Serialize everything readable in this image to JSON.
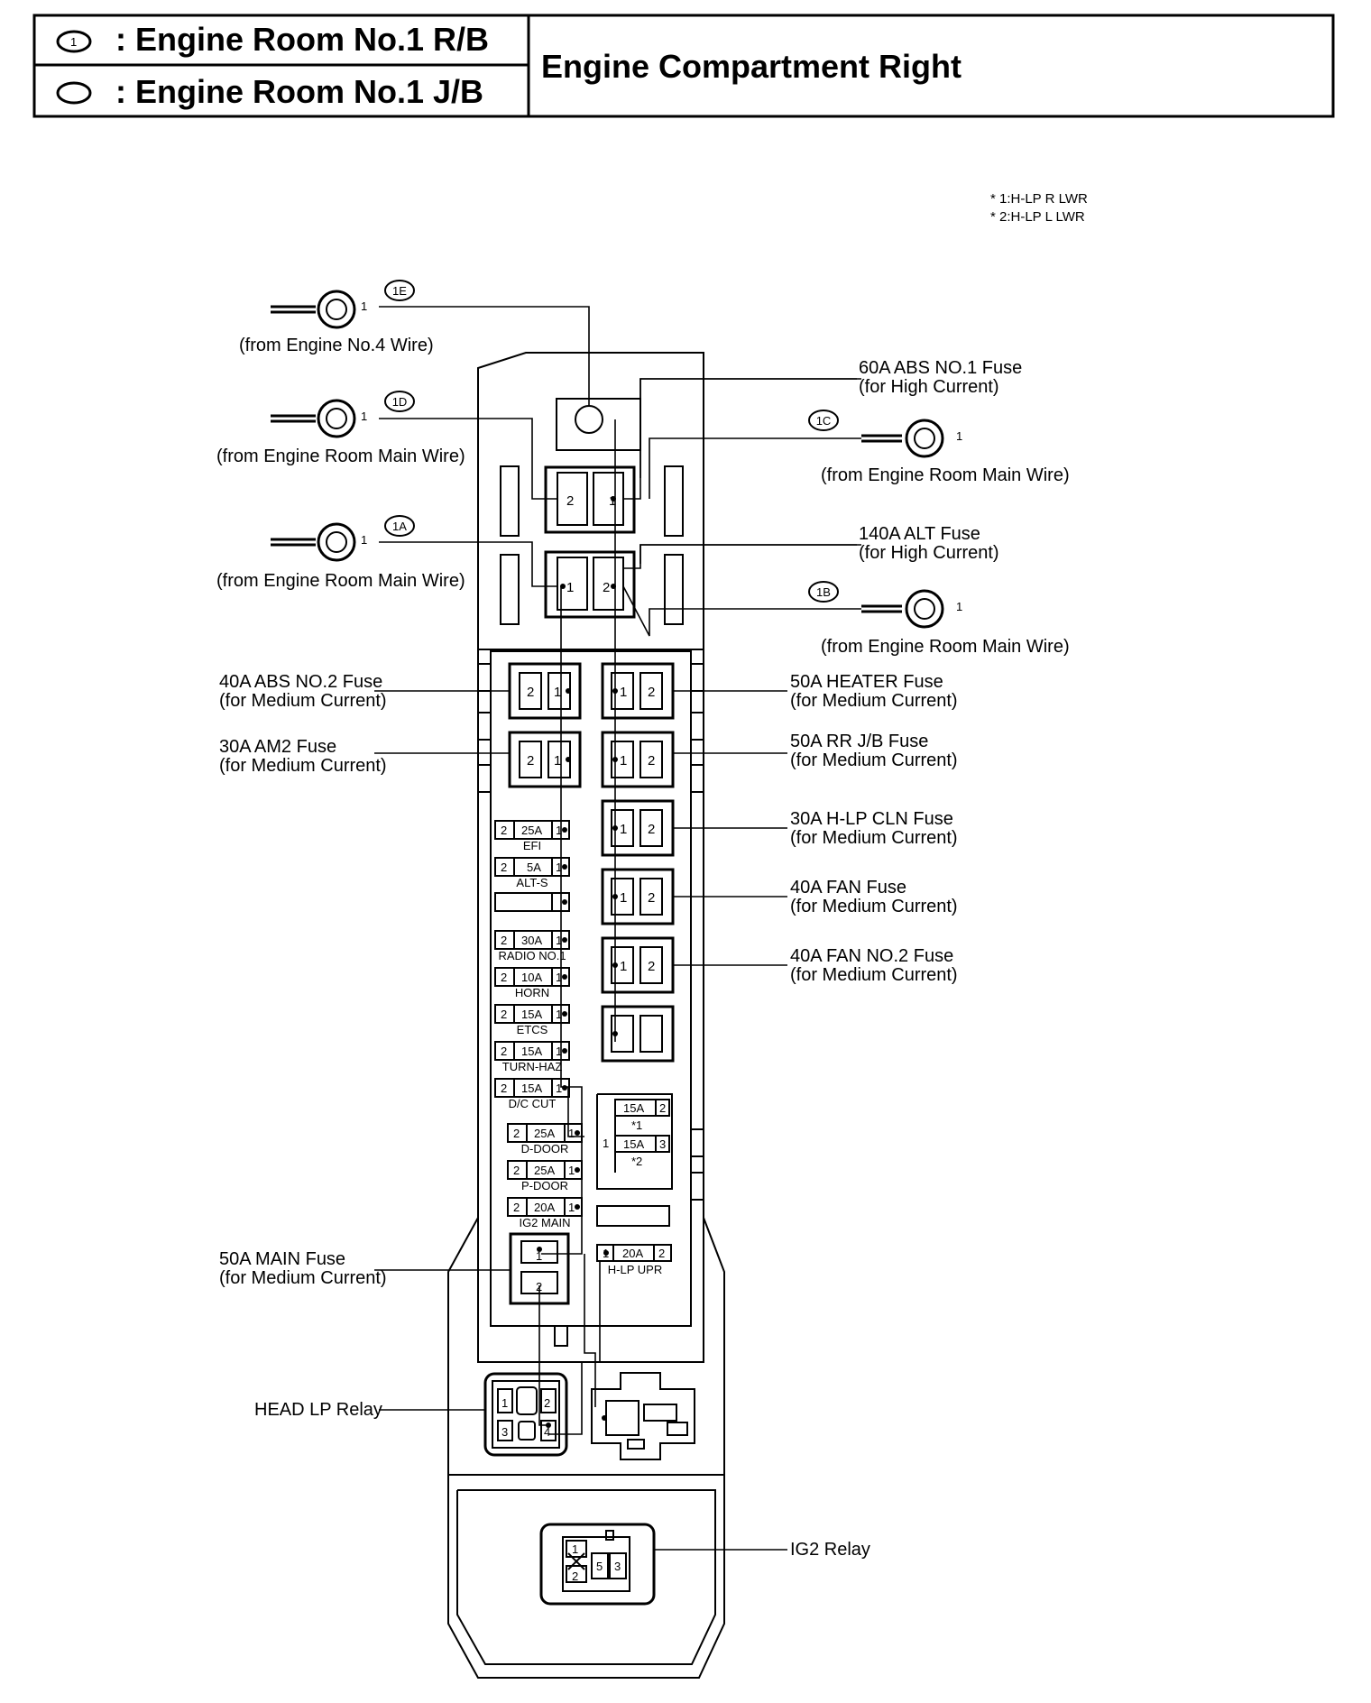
{
  "header": {
    "legend_rb_symbol": "1",
    "legend_rb_text": ": Engine Room No.1 R/B",
    "legend_jb_text": ": Engine Room No.1 J/B",
    "title": "Engine Compartment Right"
  },
  "notes": [
    "* 1:H-LP R LWR",
    "* 2:H-LP L LWR"
  ],
  "connectors": [
    {
      "code": "1E",
      "pin": "1",
      "label": "(from Engine No.4 Wire)"
    },
    {
      "code": "1D",
      "pin": "1",
      "label": "(from Engine Room Main Wire)"
    },
    {
      "code": "1A",
      "pin": "1",
      "label": "(from Engine Room Main Wire)"
    },
    {
      "code": "1C",
      "pin": "1",
      "label": "(from Engine Room Main Wire)"
    },
    {
      "code": "1B",
      "pin": "1",
      "label": "(from Engine Room Main Wire)"
    }
  ],
  "callouts_right": [
    {
      "line1": "60A ABS NO.1 Fuse",
      "line2": "(for High Current)"
    },
    {
      "line1": "140A ALT Fuse",
      "line2": "(for High Current)"
    },
    {
      "line1": "50A HEATER Fuse",
      "line2": "(for Medium Current)"
    },
    {
      "line1": "50A RR J/B Fuse",
      "line2": "(for Medium Current)"
    },
    {
      "line1": "30A H-LP CLN Fuse",
      "line2": "(for Medium Current)"
    },
    {
      "line1": "40A FAN Fuse",
      "line2": "(for Medium Current)"
    },
    {
      "line1": "40A FAN NO.2 Fuse",
      "line2": "(for Medium Current)"
    },
    {
      "line1": "IG2 Relay",
      "line2": ""
    }
  ],
  "callouts_left": [
    {
      "line1": "40A ABS NO.2 Fuse",
      "line2": "(for Medium Current)"
    },
    {
      "line1": "30A AM2 Fuse",
      "line2": "(for Medium Current)"
    },
    {
      "line1": "50A MAIN Fuse",
      "line2": "(for Medium Current)"
    },
    {
      "line1": "HEAD LP Relay",
      "line2": ""
    }
  ],
  "mini_fuses": [
    {
      "amp": "25A",
      "name": "EFI"
    },
    {
      "amp": "5A",
      "name": "ALT-S"
    },
    {
      "amp": "30A",
      "name": "RADIO NO.1"
    },
    {
      "amp": "10A",
      "name": "HORN"
    },
    {
      "amp": "15A",
      "name": "ETCS"
    },
    {
      "amp": "15A",
      "name": "TURN-HAZ"
    },
    {
      "amp": "15A",
      "name": "D/C CUT"
    },
    {
      "amp": "25A",
      "name": "D-DOOR"
    },
    {
      "amp": "25A",
      "name": "P-DOOR"
    },
    {
      "amp": "20A",
      "name": "IG2 MAIN"
    }
  ],
  "hlp_block": {
    "amp1": "15A",
    "note1": "*1",
    "amp2": "15A",
    "note2": "*2",
    "common_pin": "1",
    "pin_a": "2",
    "pin_b": "3"
  },
  "hlp_upr": {
    "amp": "20A",
    "name": "H-LP UPR"
  },
  "pins": {
    "p1": "1",
    "p2": "2",
    "p3": "3",
    "p4": "4",
    "p5": "5"
  }
}
